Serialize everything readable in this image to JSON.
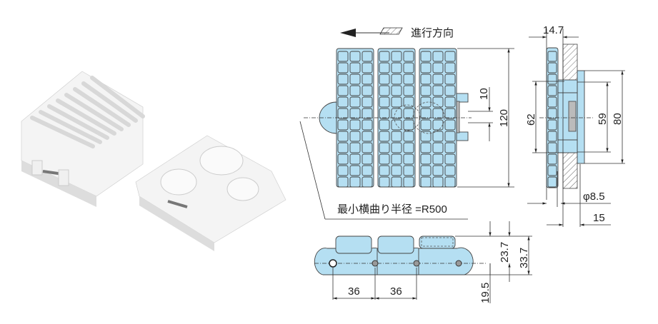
{
  "direction_label": "進行方向",
  "bend_radius_label": "最小横曲り半径 =R500",
  "dimensions": {
    "side_thickness": "14.7",
    "offset_10": "10",
    "width_120": "120",
    "width_62": "62",
    "width_59": "59",
    "width_80": "80",
    "pin_diameter": "φ8.5",
    "depth_15": "15",
    "height_23_7": "23.7",
    "height_33_7": "33.7",
    "height_19_5": "19.5",
    "pitch_1": "36",
    "pitch_2": "36"
  },
  "colors": {
    "module_fill": "#b5dff2",
    "line": "#333333"
  }
}
